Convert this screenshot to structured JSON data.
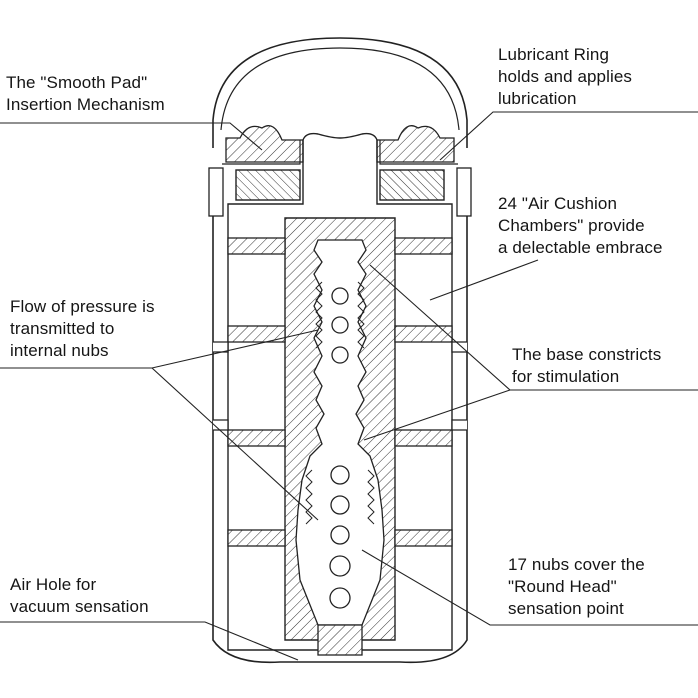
{
  "labels": {
    "smooth_pad": "The \"Smooth Pad\"\nInsertion Mechanism",
    "lubricant_ring": "Lubricant Ring\nholds and applies\nlubrication",
    "air_cushion": "24 \"Air Cushion\nChambers\" provide\na delectable embrace",
    "pressure_flow": "Flow of pressure is\ntransmitted to\ninternal nubs",
    "base_constricts": "The base constricts\nfor stimulation",
    "air_hole": "Air Hole for\nvacuum sensation",
    "nubs": "17 nubs cover the\n\"Round Head\"\nsensation point"
  }
}
